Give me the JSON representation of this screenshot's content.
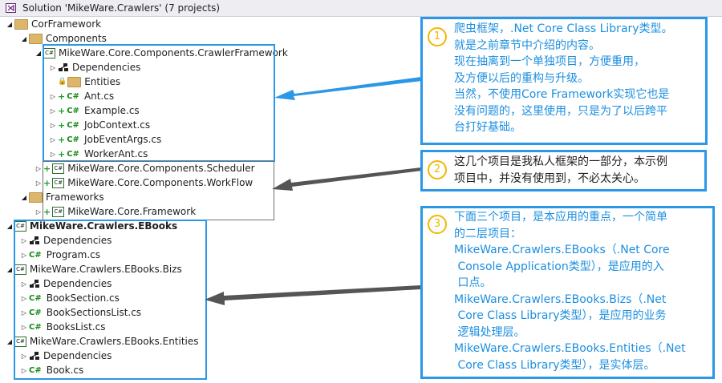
{
  "header": {
    "title": "Solution 'MikeWare.Crawlers' (7 projects)"
  },
  "tree": [
    {
      "label": "CorFramework",
      "type": "folder",
      "indent": 0,
      "arrow": "expanded"
    },
    {
      "label": "Components",
      "type": "folder",
      "indent": 1,
      "arrow": "expanded"
    },
    {
      "label": "MikeWare.Core.Components.CrawlerFramework",
      "type": "project",
      "indent": 2,
      "arrow": "expanded"
    },
    {
      "label": "Dependencies",
      "type": "deps",
      "indent": 3,
      "arrow": "collapsed"
    },
    {
      "label": "Entities",
      "type": "folder-locked",
      "indent": 3,
      "arrow": ""
    },
    {
      "label": "Ant.cs",
      "type": "cs-plus",
      "indent": 3,
      "arrow": "collapsed"
    },
    {
      "label": "Example.cs",
      "type": "cs-plus",
      "indent": 3,
      "arrow": "collapsed"
    },
    {
      "label": "JobContext.cs",
      "type": "cs-plus",
      "indent": 3,
      "arrow": "collapsed"
    },
    {
      "label": "JobEventArgs.cs",
      "type": "cs-plus",
      "indent": 3,
      "arrow": "collapsed"
    },
    {
      "label": "WorkerAnt.cs",
      "type": "cs-plus",
      "indent": 3,
      "arrow": "collapsed"
    },
    {
      "label": "MikeWare.Core.Components.Scheduler",
      "type": "project-plus",
      "indent": 2,
      "arrow": "collapsed"
    },
    {
      "label": "MikeWare.Core.Components.WorkFlow",
      "type": "project-plus",
      "indent": 2,
      "arrow": "collapsed"
    },
    {
      "label": "Frameworks",
      "type": "folder",
      "indent": 1,
      "arrow": "expanded"
    },
    {
      "label": "MikeWare.Core.Framework",
      "type": "project-plus",
      "indent": 2,
      "arrow": "collapsed"
    },
    {
      "label": "MikeWare.Crawlers.EBooks",
      "type": "project",
      "indent": 0,
      "arrow": "expanded",
      "bold": true
    },
    {
      "label": "Dependencies",
      "type": "deps",
      "indent": 1,
      "arrow": "collapsed"
    },
    {
      "label": "Program.cs",
      "type": "cs",
      "indent": 1,
      "arrow": "collapsed"
    },
    {
      "label": "MikeWare.Crawlers.EBooks.Bizs",
      "type": "project",
      "indent": 0,
      "arrow": "expanded"
    },
    {
      "label": "Dependencies",
      "type": "deps",
      "indent": 1,
      "arrow": "collapsed"
    },
    {
      "label": "BookSection.cs",
      "type": "cs",
      "indent": 1,
      "arrow": "collapsed"
    },
    {
      "label": "BookSectionsList.cs",
      "type": "cs",
      "indent": 1,
      "arrow": "collapsed"
    },
    {
      "label": "BooksList.cs",
      "type": "cs",
      "indent": 1,
      "arrow": "collapsed"
    },
    {
      "label": "MikeWare.Crawlers.EBooks.Entities",
      "type": "project",
      "indent": 0,
      "arrow": "expanded"
    },
    {
      "label": "Dependencies",
      "type": "deps",
      "indent": 1,
      "arrow": "collapsed"
    },
    {
      "label": "Book.cs",
      "type": "cs",
      "indent": 1,
      "arrow": "collapsed"
    }
  ],
  "notes": [
    {
      "number": "1",
      "lines": [
        "爬虫框架，.Net Core Class Library类型。",
        "就是之前章节中介绍的内容。",
        "现在抽离到一个单独项目，方便重用，",
        "及方便以后的重构与升级。",
        "当然，不使用Core Framework实现它也是",
        "没有问题的，这里使用，只是为了以后跨平",
        "台打好基础。"
      ]
    },
    {
      "number": "2",
      "lines": [
        "这几个项目是我私人框架的一部分，本示例",
        "项目中，并没有使用到，不必太关心。"
      ]
    },
    {
      "number": "3",
      "lines": [
        "下面三个项目，是本应用的重点，一个简单",
        "的二层项目：",
        "MikeWare.Crawlers.EBooks（.Net Core",
        " Console Application类型），是应用的入",
        " 口点。",
        "MikeWare.Crawlers.EBooks.Bizs（.Net",
        " Core Class Library类型），是应用的业务",
        " 逻辑处理层。",
        "MikeWare.Crawlers.EBooks.Entities（.Net",
        " Core Class Library类型），是实体层。"
      ]
    }
  ],
  "colors": {
    "accent": "#2b97e7",
    "number": "#f2b700",
    "csharp": "#178a17"
  }
}
